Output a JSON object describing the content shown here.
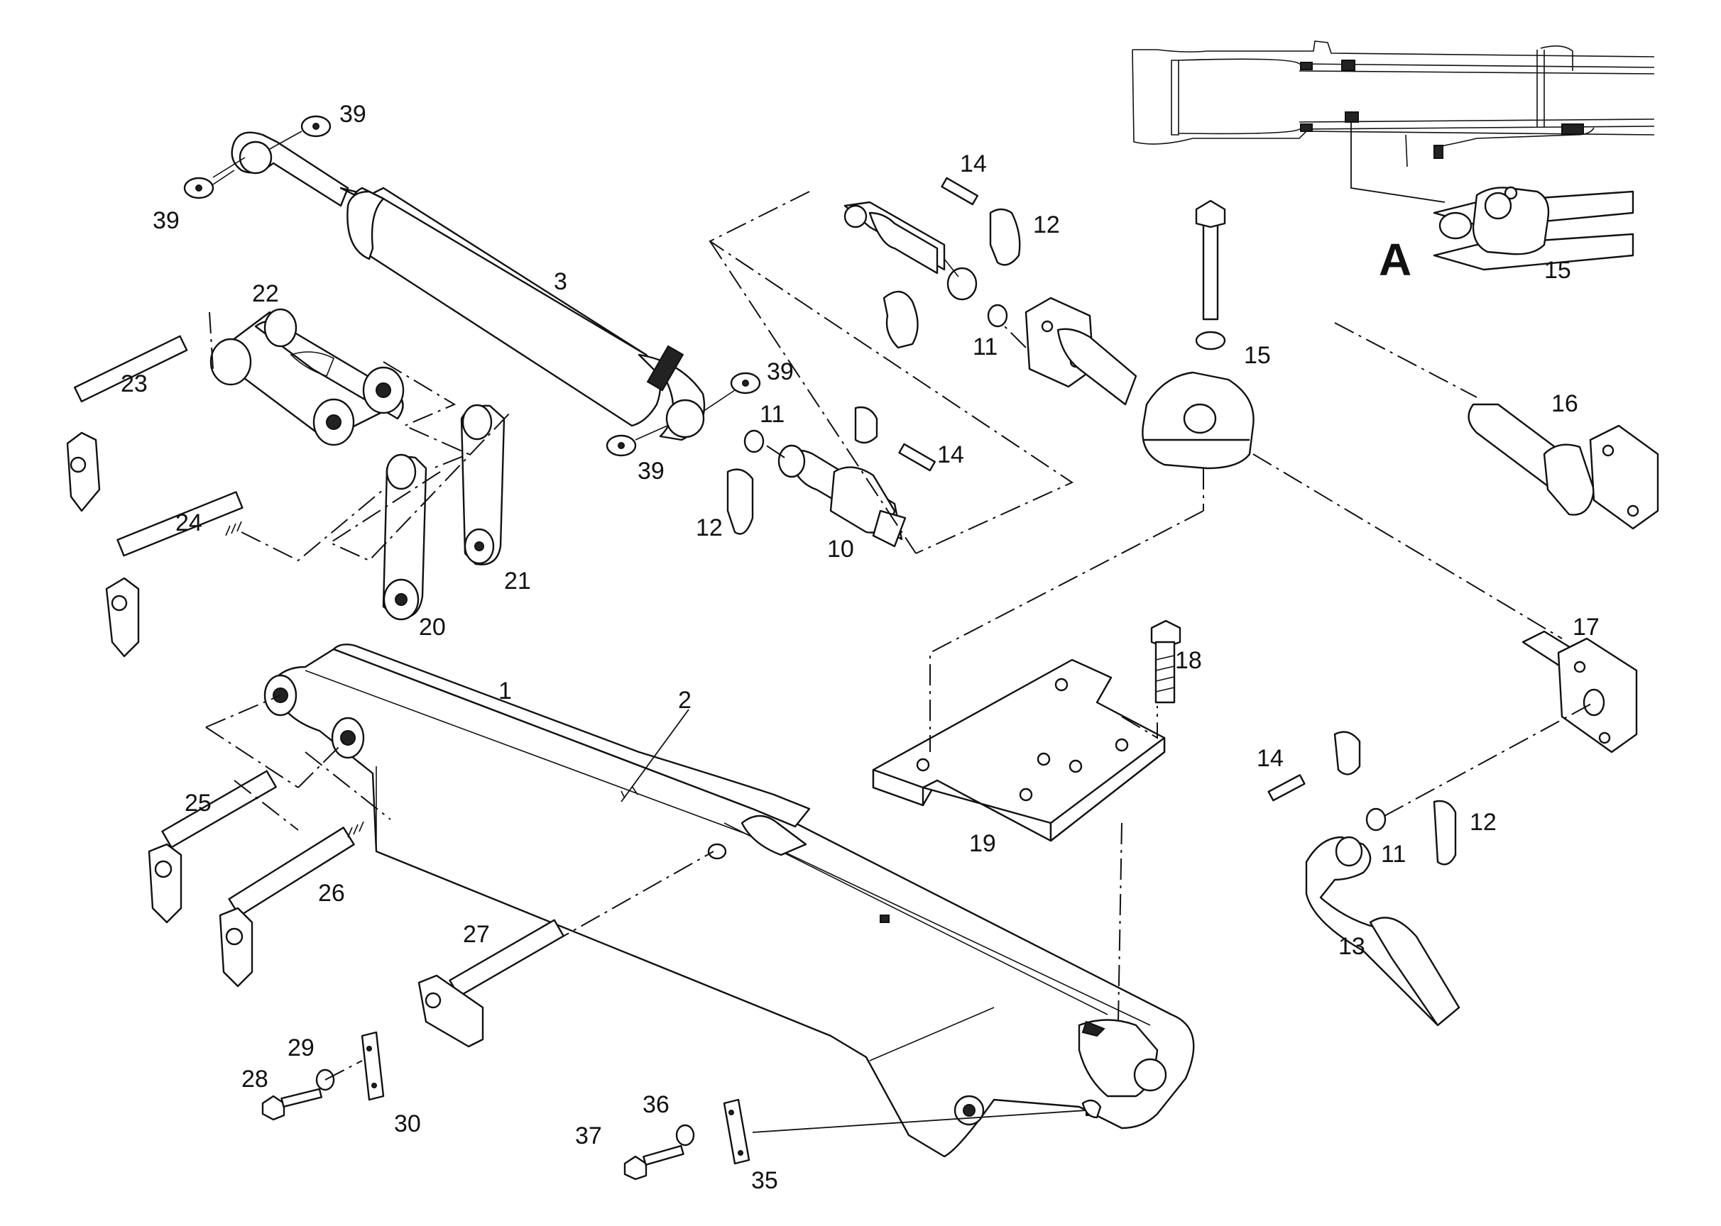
{
  "labels": {
    "l1": "1",
    "l2": "2",
    "l3": "3",
    "l10": "10",
    "l11a": "11",
    "l11b": "11",
    "l11c": "11",
    "l12a": "12",
    "l12b": "12",
    "l12c": "12",
    "l13": "13",
    "l14a": "14",
    "l14b": "14",
    "l14c": "14",
    "l15a": "15",
    "l15b": "15",
    "l16": "16",
    "l17": "17",
    "l18": "18",
    "l19": "19",
    "l20": "20",
    "l21": "21",
    "l22": "22",
    "l23": "23",
    "l24": "24",
    "l25": "25",
    "l26": "26",
    "l27": "27",
    "l28": "28",
    "l29": "29",
    "l30": "30",
    "l35": "35",
    "l36": "36",
    "l37": "37",
    "l39a": "39",
    "l39b": "39",
    "l39c": "39",
    "l39d": "39",
    "detailA": "A"
  }
}
